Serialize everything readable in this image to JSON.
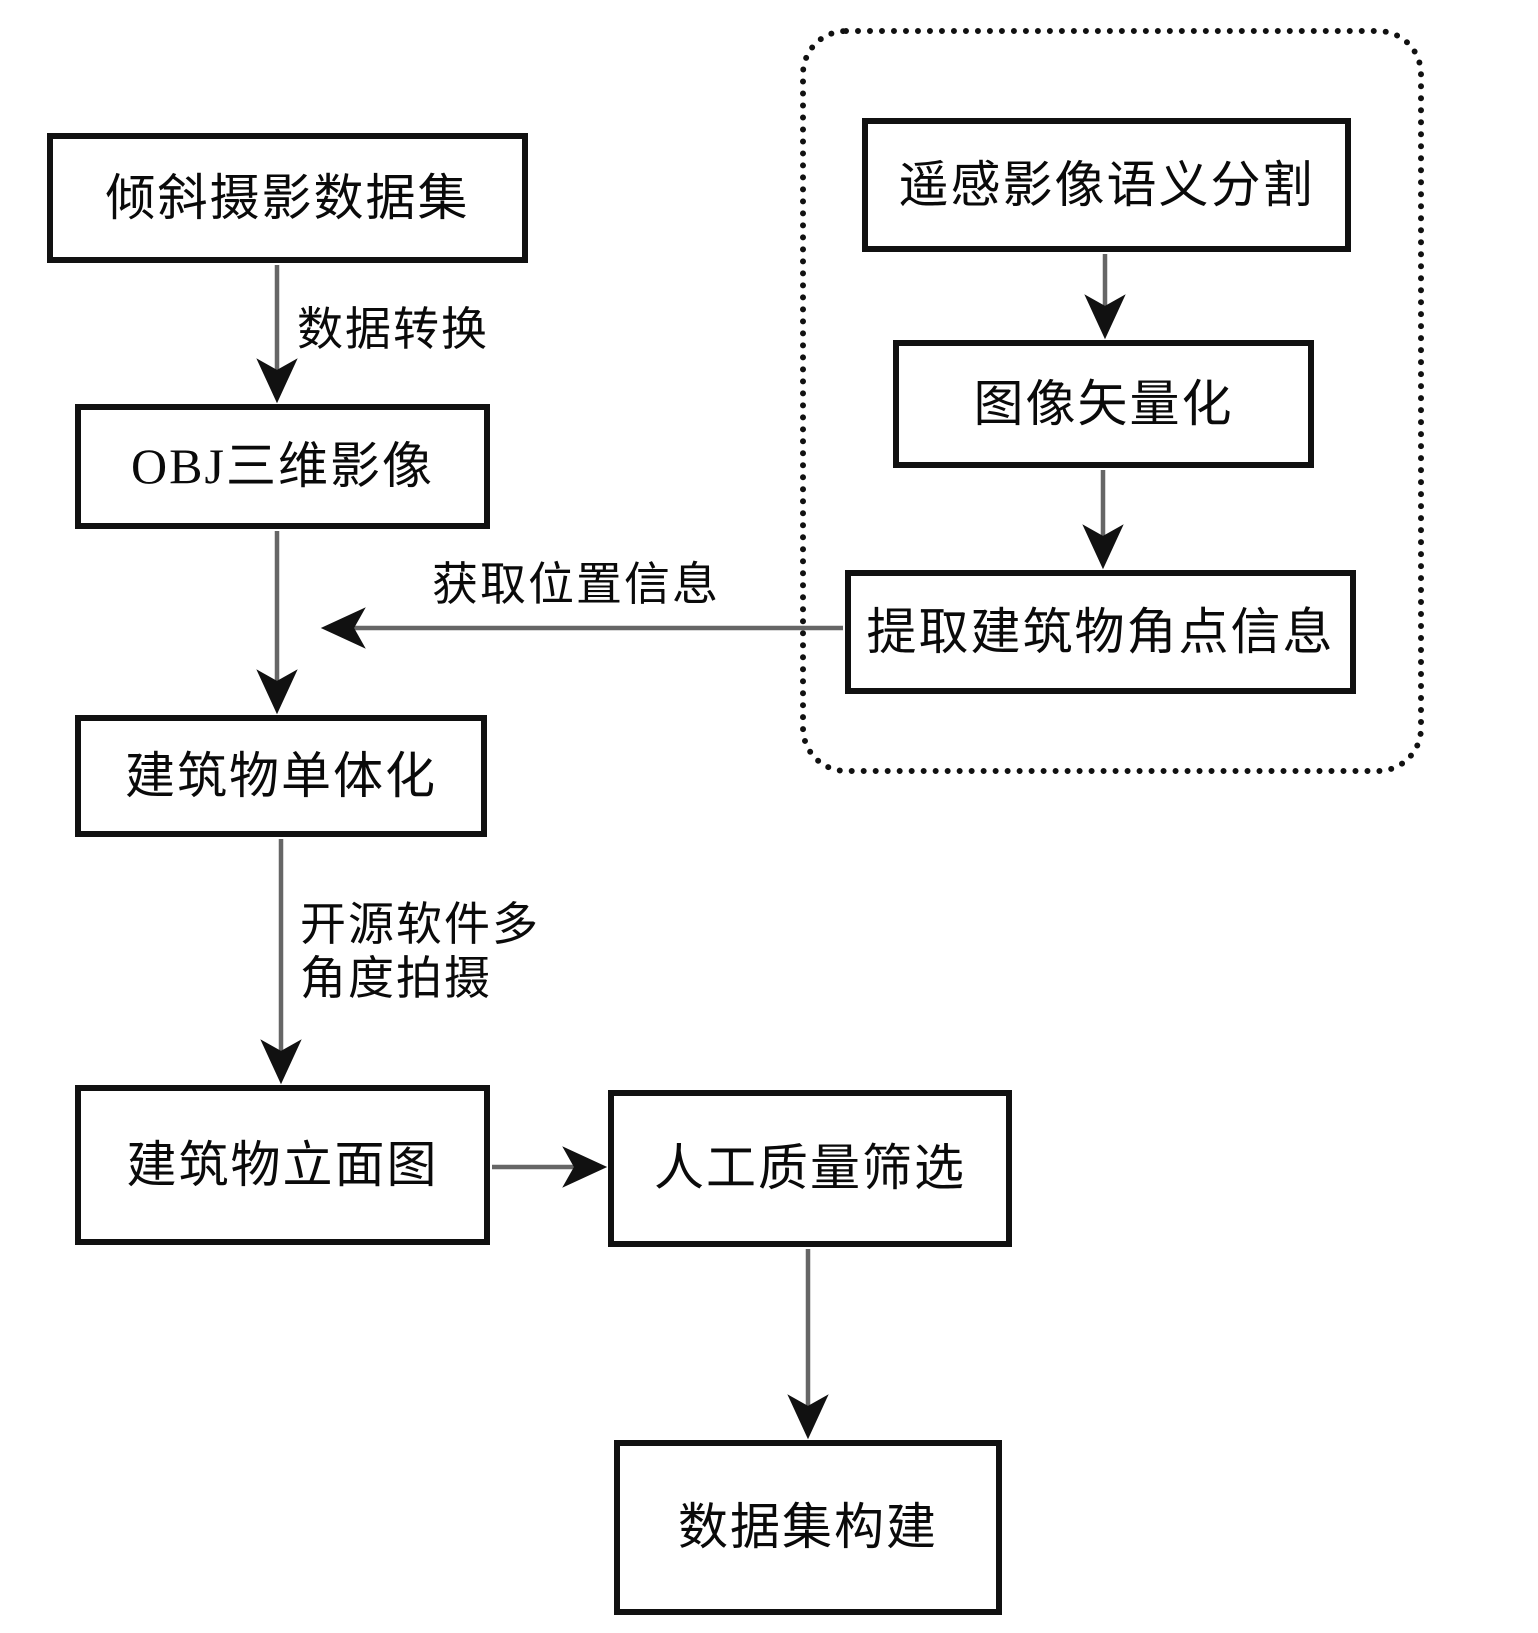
{
  "diagram": {
    "type": "flowchart",
    "title_text": "",
    "language": "zh-CN",
    "colors": {
      "node_border": "#111111",
      "node_fill": "#ffffff",
      "arrow": "#555555",
      "text": "#0a0a0a",
      "group_border": "#111111",
      "background": "#ffffff"
    },
    "nodes": {
      "oblique_dataset": "倾斜摄影数据集",
      "obj_3d_image": "OBJ三维影像",
      "building_monomerization": "建筑物单体化",
      "building_facade": "建筑物立面图",
      "manual_quality_screening": "人工质量筛选",
      "dataset_construction": "数据集构建",
      "remote_sensing_segmentation": "遥感影像语义分割",
      "image_vectorization": "图像矢量化",
      "extract_building_corners": "提取建筑物角点信息"
    },
    "edge_labels": {
      "data_conversion": "数据转换",
      "open_source_multi_angle": "开源软件多\n角度拍摄",
      "get_location_info": "获取位置信息"
    },
    "group": {
      "style": "dashed-rounded",
      "label": ""
    },
    "edges": [
      {
        "from": "oblique_dataset",
        "to": "obj_3d_image",
        "label": "数据转换",
        "direction": "down"
      },
      {
        "from": "obj_3d_image",
        "to": "building_monomerization",
        "label": "",
        "direction": "down"
      },
      {
        "from": "building_monomerization",
        "to": "building_facade",
        "label": "开源软件多角度拍摄",
        "direction": "down"
      },
      {
        "from": "building_facade",
        "to": "manual_quality_screening",
        "label": "",
        "direction": "right"
      },
      {
        "from": "manual_quality_screening",
        "to": "dataset_construction",
        "label": "",
        "direction": "down"
      },
      {
        "from": "remote_sensing_segmentation",
        "to": "image_vectorization",
        "label": "",
        "direction": "down"
      },
      {
        "from": "image_vectorization",
        "to": "extract_building_corners",
        "label": "",
        "direction": "down"
      },
      {
        "from": "extract_building_corners",
        "to": "obj_3d_image",
        "label": "获取位置信息",
        "direction": "left"
      }
    ]
  }
}
